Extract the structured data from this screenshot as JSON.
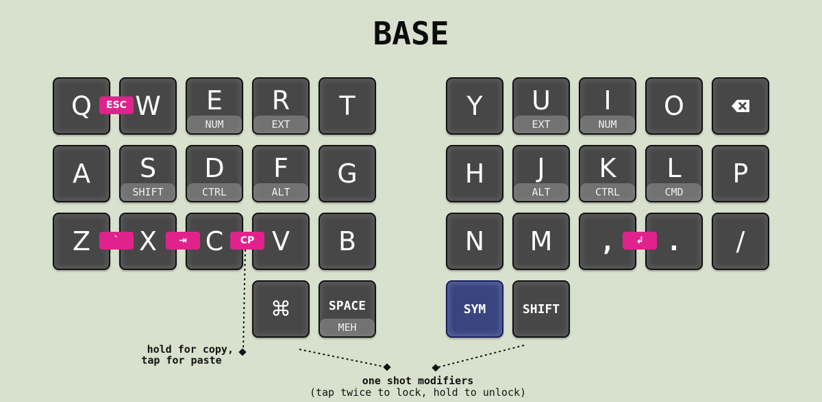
{
  "title": "BASE",
  "colors": {
    "background": "#d8e1cd",
    "key": "#474747",
    "combo": "#e0238c",
    "sym_key": "#3a4580"
  },
  "left": {
    "row1": [
      {
        "main": "Q",
        "sub": null
      },
      {
        "main": "W",
        "sub": null
      },
      {
        "main": "E",
        "sub": "NUM"
      },
      {
        "main": "R",
        "sub": "EXT"
      },
      {
        "main": "T",
        "sub": null
      }
    ],
    "row2": [
      {
        "main": "A",
        "sub": null
      },
      {
        "main": "S",
        "sub": "SHIFT"
      },
      {
        "main": "D",
        "sub": "CTRL"
      },
      {
        "main": "F",
        "sub": "ALT"
      },
      {
        "main": "G",
        "sub": null
      }
    ],
    "row3": [
      {
        "main": "Z"
      },
      {
        "main": "X"
      },
      {
        "main": "C"
      },
      {
        "main": "V"
      },
      {
        "main": "B"
      }
    ],
    "thumbs": [
      {
        "main": "⌘",
        "icon": "command-icon"
      },
      {
        "main": "SPACE",
        "sub": "MEH"
      }
    ]
  },
  "right": {
    "row1": [
      {
        "main": "Y",
        "sub": null
      },
      {
        "main": "U",
        "sub": "EXT"
      },
      {
        "main": "I",
        "sub": "NUM"
      },
      {
        "main": "O",
        "sub": null
      },
      {
        "main": "⌫",
        "icon": "backspace-icon"
      }
    ],
    "row2": [
      {
        "main": "H",
        "sub": null
      },
      {
        "main": "J",
        "sub": "ALT"
      },
      {
        "main": "K",
        "sub": "CTRL"
      },
      {
        "main": "L",
        "sub": "CMD"
      },
      {
        "main": "P",
        "sub": null
      }
    ],
    "row3": [
      {
        "main": "N"
      },
      {
        "main": "M"
      },
      {
        "main": ","
      },
      {
        "main": "."
      },
      {
        "main": "/"
      }
    ],
    "thumbs": [
      {
        "main": "SYM"
      },
      {
        "main": "SHIFT"
      }
    ]
  },
  "combos": {
    "qw": "ESC",
    "zx": "`",
    "xc": "⇥",
    "cv": "CP",
    "comma_dot": "↲"
  },
  "notes": {
    "copy_line1": "hold for copy,",
    "copy_line2": "tap for paste",
    "oneshot_title": "one shot modifiers",
    "oneshot_sub": "(tap twice to lock, hold to unlock)"
  }
}
